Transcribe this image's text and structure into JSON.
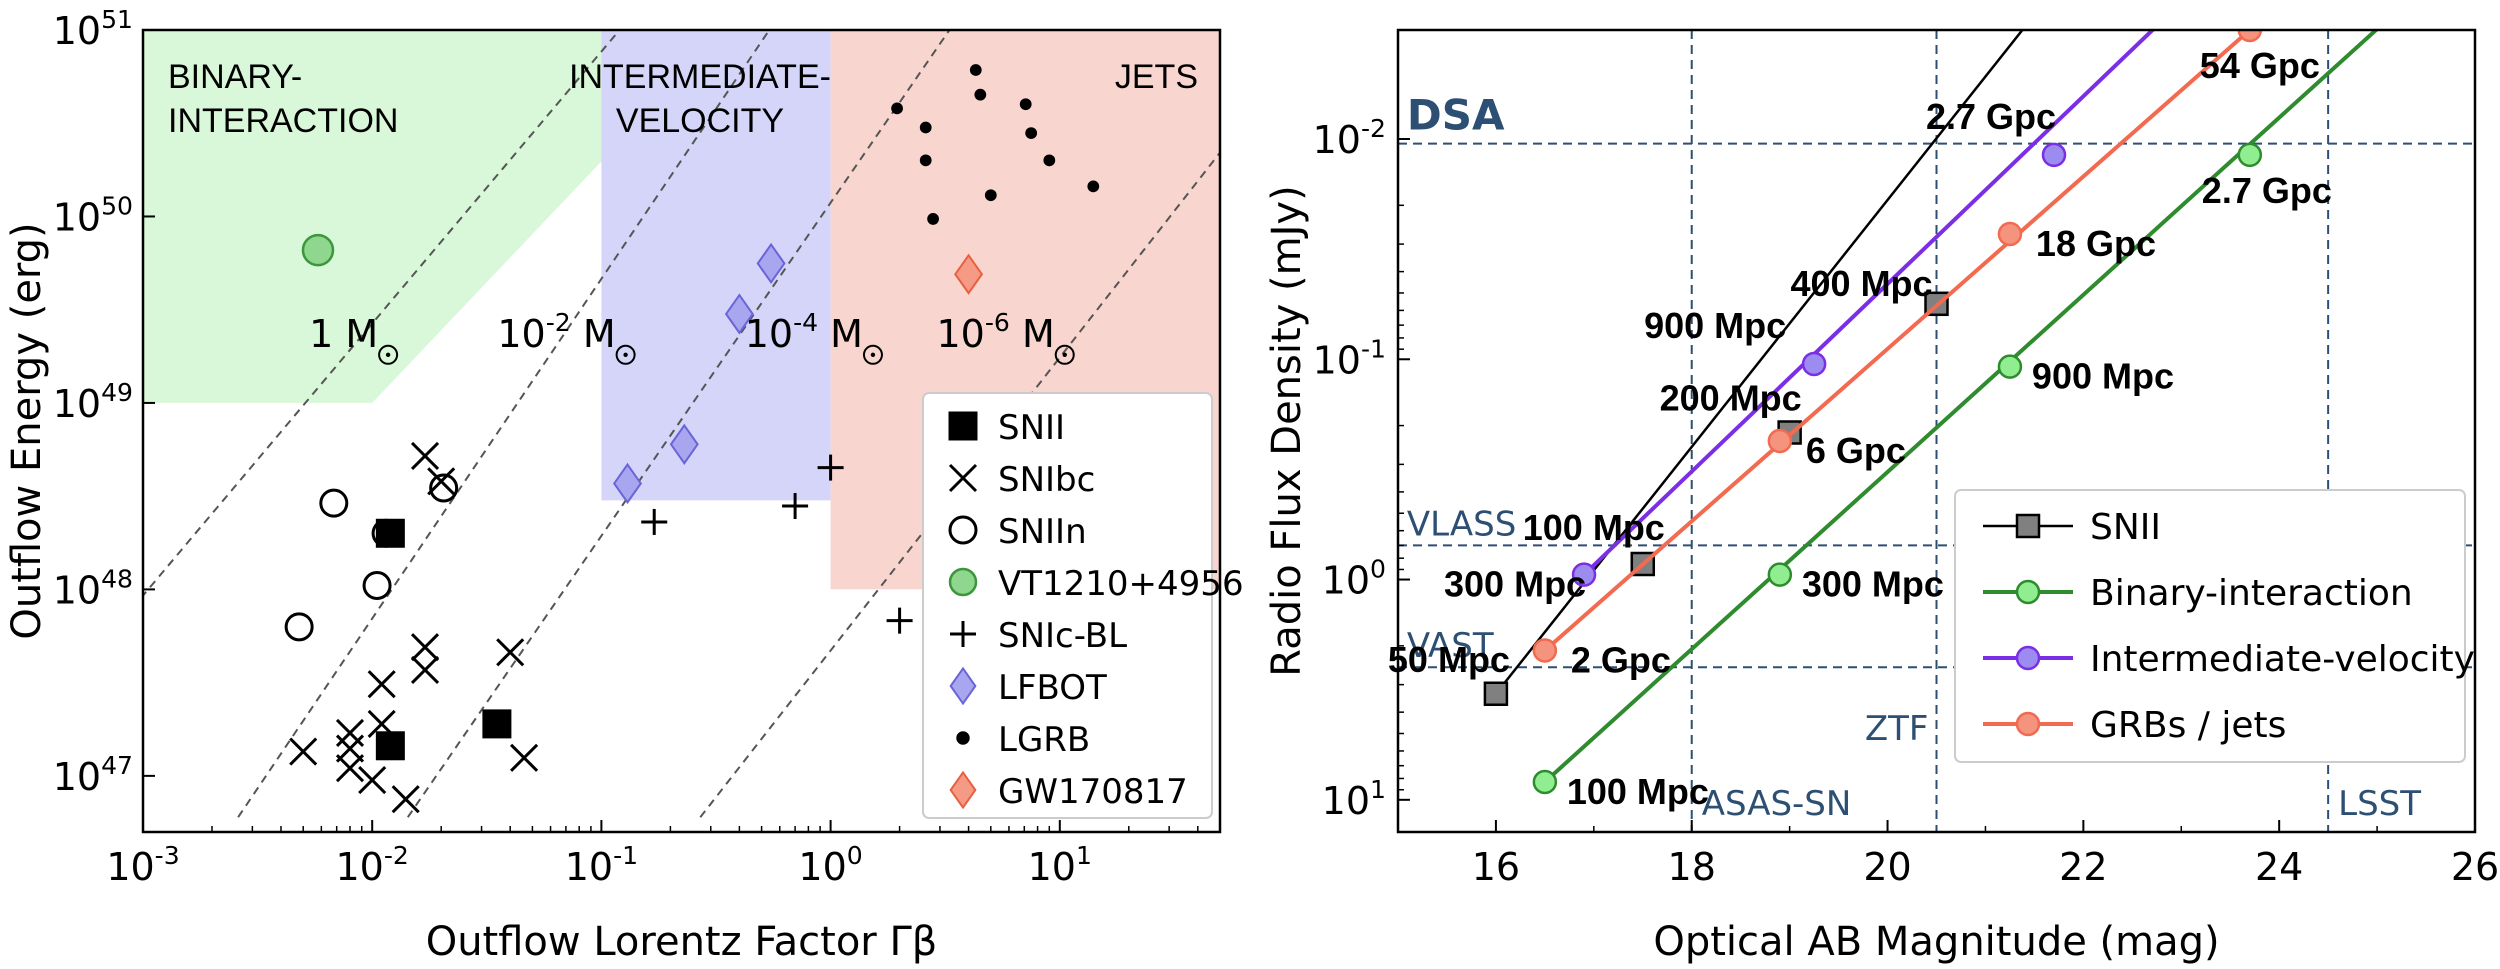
{
  "chart_data": [
    {
      "type": "scatter",
      "xlabel": "Outflow Lorentz Factor Γβ",
      "ylabel": "Outflow Energy (erg)",
      "xscale": "log",
      "yscale": "log",
      "xlim": [
        0.001,
        50
      ],
      "ylim": [
        5e+46,
        1e+51
      ],
      "xticks": [
        {
          "value": 0.001,
          "base": "10",
          "exp": "-3"
        },
        {
          "value": 0.01,
          "base": "10",
          "exp": "-2"
        },
        {
          "value": 0.1,
          "base": "10",
          "exp": "-1"
        },
        {
          "value": 1,
          "base": "10",
          "exp": "0"
        },
        {
          "value": 10,
          "base": "10",
          "exp": "1"
        }
      ],
      "yticks": [
        {
          "value": 1e+47,
          "base": "10",
          "exp": "47"
        },
        {
          "value": 1e+48,
          "base": "10",
          "exp": "48"
        },
        {
          "value": 1e+49,
          "base": "10",
          "exp": "49"
        },
        {
          "value": 1e+50,
          "base": "10",
          "exp": "50"
        },
        {
          "value": 1e+51,
          "base": "10",
          "exp": "51"
        }
      ],
      "regions": [
        {
          "name": "BINARY-INTERACTION",
          "color": "#d9f7d9",
          "polygon": [
            [
              0.001,
              1e+49
            ],
            [
              0.01,
              1e+49
            ],
            [
              0.35,
              1e+51
            ],
            [
              0.001,
              1e+51
            ]
          ],
          "label_lines": [
            "BINARY-",
            "INTERACTION"
          ]
        },
        {
          "name": "INTERMEDIATE-VELOCITY",
          "color": "#d5d5fa",
          "polygon": [
            [
              0.1,
              3e+48
            ],
            [
              1,
              3e+48
            ],
            [
              1,
              1e+51
            ],
            [
              0.1,
              1e+51
            ]
          ],
          "label_lines": [
            "INTERMEDIATE-",
            "VELOCITY"
          ]
        },
        {
          "name": "JETS",
          "color": "#f8d5cf",
          "polygon": [
            [
              1,
              1e+48
            ],
            [
              50,
              1e+48
            ],
            [
              50,
              1e+51
            ],
            [
              1,
              1e+51
            ]
          ],
          "label_lines": [
            "JETS"
          ]
        }
      ],
      "mass_lines": [
        {
          "mass_label": "1 M",
          "exp": "",
          "label_at": [
            0.0115,
            2e+49
          ],
          "line": [
            [
              0.00098,
              9e+47
            ],
            [
              0.12,
              1e+51
            ]
          ]
        },
        {
          "mass_label": "10",
          "exp": "-2",
          "mass_suffix": " M",
          "label_at": [
            0.125,
            2e+49
          ],
          "line": [
            [
              0.0026,
              6e+46
            ],
            [
              0.54,
              1e+51
            ]
          ]
        },
        {
          "mass_label": "10",
          "exp": "-4",
          "mass_suffix": " M",
          "label_at": [
            1.5,
            2e+49
          ],
          "line": [
            [
              0.0143,
              6e+46
            ],
            [
              3.3,
              1e+51
            ]
          ]
        },
        {
          "mass_label": "10",
          "exp": "-6",
          "mass_suffix": " M",
          "label_at": [
            10.3,
            2e+49
          ],
          "line": [
            [
              0.27,
              6e+46
            ],
            [
              50,
              2.2e+50
            ]
          ]
        }
      ],
      "series": [
        {
          "name": "SNII",
          "marker": "square",
          "color": "#000000",
          "points": [
            [
              0.012,
              2e+48
            ],
            [
              0.012,
              1.45e+47
            ],
            [
              0.035,
              1.9e+47
            ]
          ]
        },
        {
          "name": "SNIbc",
          "marker": "x",
          "color": "#000000",
          "points": [
            [
              0.017,
              5.2e+48
            ],
            [
              0.02,
              3.8e+48
            ],
            [
              0.04,
              4.6e+47
            ],
            [
              0.017,
              4.9e+47
            ],
            [
              0.017,
              3.7e+47
            ],
            [
              0.011,
              3.1e+47
            ],
            [
              0.011,
              1.9e+47
            ],
            [
              0.008,
              1.7e+47
            ],
            [
              0.008,
              1.4e+47
            ],
            [
              0.008,
              1.1e+47
            ],
            [
              0.01,
              9.5e+46
            ],
            [
              0.005,
              1.35e+47
            ],
            [
              0.014,
              7.5e+46
            ],
            [
              0.046,
              1.25e+47
            ]
          ]
        },
        {
          "name": "SNIIn",
          "marker": "circle-open",
          "color": "#000000",
          "points": [
            [
              0.0068,
              2.9e+48
            ],
            [
              0.0115,
              2e+48
            ],
            [
              0.0205,
              3.5e+48
            ],
            [
              0.0105,
              1.05e+48
            ],
            [
              0.0048,
              6.3e+47
            ]
          ]
        },
        {
          "name": "VT1210+4956",
          "marker": "circle-filled",
          "color": "#8fd68f",
          "edge": "#3c963c",
          "points": [
            [
              0.0058,
              6.6e+49
            ]
          ]
        },
        {
          "name": "SNIc-BL",
          "marker": "plus",
          "color": "#000000",
          "points": [
            [
              0.17,
              2.3e+48
            ],
            [
              0.7,
              2.8e+48
            ],
            [
              1.0,
              4.5e+48
            ],
            [
              2.0,
              6.8e+47
            ]
          ]
        },
        {
          "name": "LFBOT",
          "marker": "diamond",
          "color": "#a9a6f0",
          "edge": "#6a64d8",
          "points": [
            [
              0.13,
              3.7e+48
            ],
            [
              0.23,
              6e+48
            ],
            [
              0.4,
              3e+49
            ],
            [
              0.55,
              5.6e+49
            ]
          ]
        },
        {
          "name": "LGRB",
          "marker": "dot",
          "color": "#000000",
          "points": [
            [
              4.3,
              6.1e+50
            ],
            [
              4.5,
              4.5e+50
            ],
            [
              1.95,
              3.8e+50
            ],
            [
              2.6,
              3e+50
            ],
            [
              7.1,
              4e+50
            ],
            [
              7.5,
              2.8e+50
            ],
            [
              9,
              2e+50
            ],
            [
              2.6,
              2e+50
            ],
            [
              5,
              1.3e+50
            ],
            [
              14,
              1.45e+50
            ],
            [
              2.8,
              9.7e+49
            ]
          ]
        },
        {
          "name": "GW170817",
          "marker": "diamond",
          "color": "#f59a85",
          "edge": "#e8603f",
          "points": [
            [
              4.0,
              4.9e+49
            ]
          ]
        }
      ],
      "legend": {
        "placement": "lower-right"
      }
    },
    {
      "type": "line",
      "xlabel": "Optical AB Magnitude (mag)",
      "ylabel": "Radio Flux Density (mJy)",
      "xlim": [
        15,
        26
      ],
      "yscale": "log",
      "y_inverted": true,
      "ylim": [
        0.0032,
        14
      ],
      "xticks": [
        16,
        18,
        20,
        22,
        24,
        26
      ],
      "yticks": [
        {
          "value": 0.01,
          "base": "10",
          "exp": "-2"
        },
        {
          "value": 0.1,
          "base": "10",
          "exp": "-1"
        },
        {
          "value": 1,
          "base": "10",
          "exp": "0"
        },
        {
          "value": 10,
          "base": "10",
          "exp": "1"
        }
      ],
      "hlines": [
        {
          "label": "DSA",
          "value": 0.0105,
          "label_x": 15.05
        },
        {
          "label": "VLASS",
          "value": 0.7,
          "label_x": 15.05
        },
        {
          "label": "VAST",
          "value": 2.5,
          "label_x": 15.05
        }
      ],
      "vlines": [
        {
          "label": "ASAS-SN",
          "value": 18
        },
        {
          "label": "ZTF",
          "value": 20.5
        },
        {
          "label": "LSST",
          "value": 24.5
        }
      ],
      "series": [
        {
          "name": "SNII",
          "color": "#000000",
          "marker": "square",
          "marker_fill": "#808080",
          "line_x": [
            16,
            21.6
          ],
          "line_y": [
            3.3,
            0.0024
          ],
          "points": [
            {
              "x": 16,
              "y": 3.3,
              "label": "50 Mpc"
            },
            {
              "x": 17.5,
              "y": 0.85,
              "label": "100 Mpc"
            },
            {
              "x": 19,
              "y": 0.215,
              "label": "200 Mpc"
            },
            {
              "x": 20.5,
              "y": 0.056,
              "label": "400 Mpc"
            }
          ]
        },
        {
          "name": "Binary-interaction",
          "color": "#2e8b2e",
          "marker": "circle",
          "marker_fill": "#90ee90",
          "line_x": [
            16.5,
            25.3
          ],
          "line_y": [
            8.3,
            0.0024
          ],
          "points": [
            {
              "x": 16.5,
              "y": 8.3,
              "label": "100 Mpc"
            },
            {
              "x": 18.9,
              "y": 0.95,
              "label": "300 Mpc"
            },
            {
              "x": 21.25,
              "y": 0.108,
              "label": "900 Mpc"
            },
            {
              "x": 23.7,
              "y": 0.0118,
              "label": "2.7 Gpc"
            }
          ]
        },
        {
          "name": "Intermediate-velocity",
          "color": "#7b2ee6",
          "marker": "circle",
          "marker_fill": "#9d8cf0",
          "line_x": [
            16.9,
            23.0
          ],
          "line_y": [
            0.95,
            0.0024
          ],
          "points": [
            {
              "x": 16.9,
              "y": 0.95,
              "label": "300 Mpc"
            },
            {
              "x": 19.25,
              "y": 0.105,
              "label": "900 Mpc"
            },
            {
              "x": 21.7,
              "y": 0.0118,
              "label": "2.7 Gpc"
            }
          ]
        },
        {
          "name": "GRBs / jets",
          "color": "#f26a50",
          "marker": "circle",
          "marker_fill": "#f4937e",
          "line_x": [
            16.5,
            23.7
          ],
          "line_y": [
            2.1,
            0.0032
          ],
          "points": [
            {
              "x": 16.5,
              "y": 2.1,
              "label": "2 Gpc"
            },
            {
              "x": 18.9,
              "y": 0.235,
              "label": "6 Gpc"
            },
            {
              "x": 21.25,
              "y": 0.027,
              "label": "18 Gpc"
            },
            {
              "x": 23.7,
              "y": 0.0032,
              "label": "54 Gpc"
            }
          ]
        }
      ],
      "legend": {
        "placement": "center-right"
      }
    }
  ]
}
